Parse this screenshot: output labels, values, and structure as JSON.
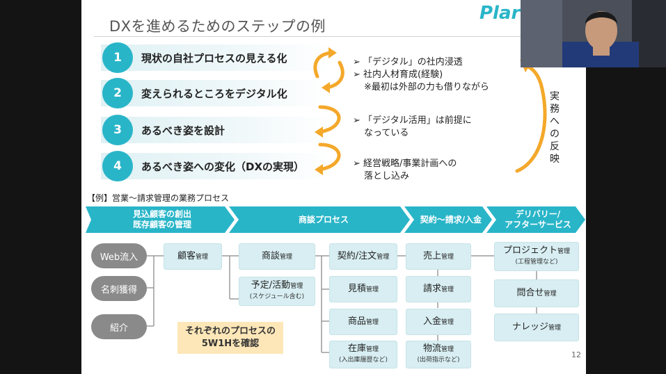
{
  "slide": {
    "title": "DXを進めるためのステップの例",
    "logo": "Plari",
    "steps": [
      {
        "num": "1",
        "label": "現状の自社プロセスの見える化"
      },
      {
        "num": "2",
        "label": "変えられるところをデジタル化"
      },
      {
        "num": "3",
        "label": "あるべき姿を設計"
      },
      {
        "num": "4",
        "label": "あるべき姿への変化（DXの実現）"
      }
    ],
    "notes": {
      "a1": "「デジタル」の社内浸透",
      "a2": "社内人材育成(経験)",
      "a3": "※最初は外部の力も借りながら",
      "b1": "「デジタル活用」は前提に",
      "b2": "なっている",
      "c1": "経営戦略/事業計画への",
      "c2": "落とし込み"
    },
    "vertical_label": [
      "実",
      "務",
      "へ",
      "の",
      "反",
      "映"
    ],
    "caption": "【例】営業～請求管理の業務プロセス",
    "phases": [
      {
        "line1": "見込顧客の創出",
        "line2": "既存顧客の管理"
      },
      {
        "line1": "商談プロセス",
        "line2": ""
      },
      {
        "line1": "契約～請求/入金",
        "line2": ""
      },
      {
        "line1": "デリバリー/",
        "line2": "アフターサービス"
      }
    ],
    "sources": [
      "Web流入",
      "名刺獲得",
      "紹介"
    ],
    "boxes": {
      "customer": {
        "main": "顧客",
        "small": "管理",
        "sub": ""
      },
      "deal": {
        "main": "商談",
        "small": "管理",
        "sub": ""
      },
      "schedule": {
        "main": "予定/活動",
        "small": "管理",
        "sub": "(スケジュール含む)"
      },
      "contract": {
        "main": "契約/注文",
        "small": "管理",
        "sub": ""
      },
      "estimate": {
        "main": "見積",
        "small": "管理",
        "sub": ""
      },
      "product": {
        "main": "商品",
        "small": "管理",
        "sub": ""
      },
      "stock": {
        "main": "在庫",
        "small": "管理",
        "sub": "(入出庫履歴など)"
      },
      "sales": {
        "main": "売上",
        "small": "管理",
        "sub": ""
      },
      "billing": {
        "main": "請求",
        "small": "管理",
        "sub": ""
      },
      "payment": {
        "main": "入金",
        "small": "管理",
        "sub": ""
      },
      "logistics": {
        "main": "物流",
        "small": "管理",
        "sub": "(出荷指示など)"
      },
      "project": {
        "main": "プロジェクト",
        "small": "管理",
        "sub": "(工程管理など)"
      },
      "inquiry": {
        "main": "問合せ",
        "small": "管理",
        "sub": ""
      },
      "knowledge": {
        "main": "ナレッジ",
        "small": "管理",
        "sub": ""
      }
    },
    "highlight": {
      "line1": "それぞれのプロセスの",
      "line2": "5W1Hを確認"
    },
    "page_number": "12"
  },
  "colors": {
    "accent": "#29b5c8",
    "arrow_orange": "#f4a82a",
    "box_fill": "#d8eef2",
    "pill_gray": "#8a8a8a",
    "highlight": "#fde7b8"
  },
  "icons": [
    "bullet-arrow-icon",
    "cycle-arrows-icon",
    "curved-down-arrow-icon",
    "up-arrow-icon"
  ]
}
